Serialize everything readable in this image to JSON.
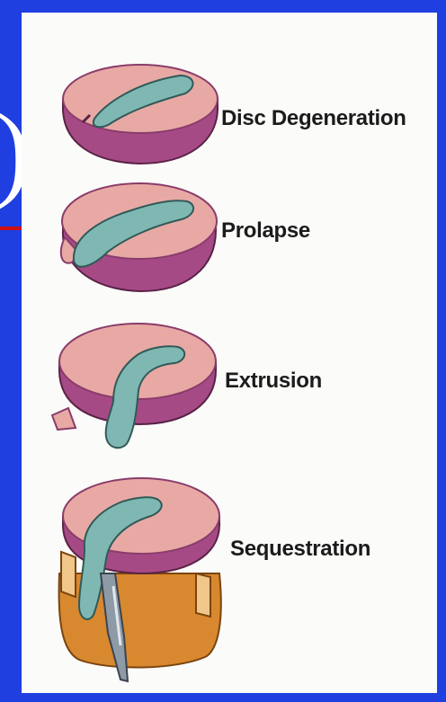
{
  "background_glyph": ")",
  "stages": [
    {
      "label": "Disc Degeneration"
    },
    {
      "label": "Prolapse"
    },
    {
      "label": "Extrusion"
    },
    {
      "label": "Sequestration"
    }
  ],
  "colors": {
    "background": "#1f3fe0",
    "panel": "#fbfbf9",
    "disc_top": "#e8a9a5",
    "disc_side": "#a64a86",
    "nucleus": "#7fb7b2",
    "vertebra": "#d8882e",
    "pointer_arrow": "#d01010"
  }
}
